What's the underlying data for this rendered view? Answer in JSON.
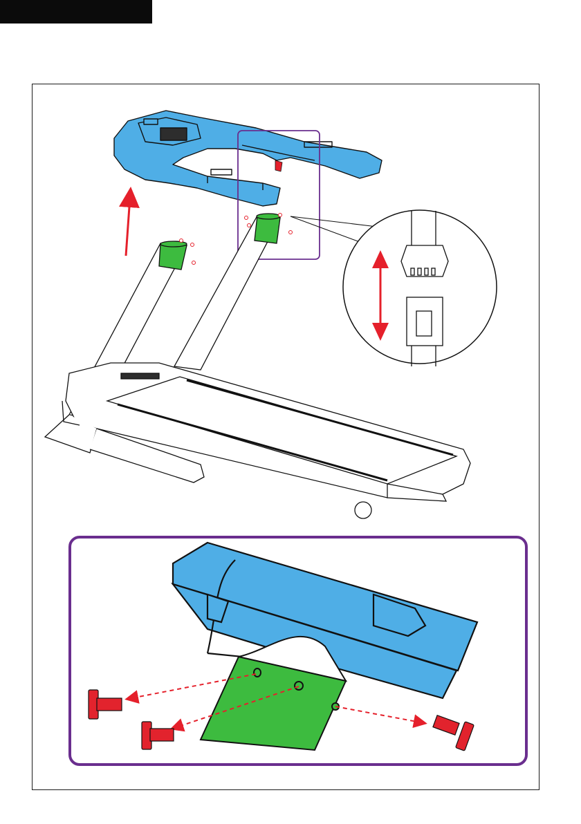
{
  "page": {
    "header_bar_label": "",
    "figure_name": "treadmill-console-assembly-illustration"
  },
  "colors": {
    "console_blue": "#4FAEE6",
    "upright_green": "#3DBB3F",
    "arrow_red": "#E5202B",
    "bolt_red": "#E2232D",
    "frame_purple": "#6A2E8E",
    "line_black": "#111111",
    "header_black": "#0B0B0B"
  },
  "callouts": {
    "connector_detail": "cable-connector-zoom-circle",
    "bolt_detail": "upright-bolt-zoom-panel"
  }
}
